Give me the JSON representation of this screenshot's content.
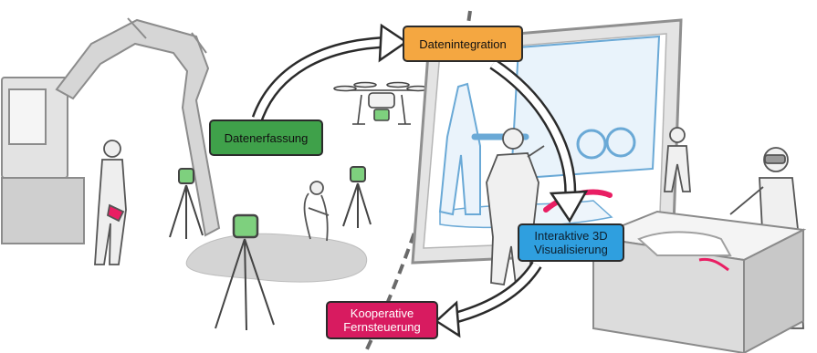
{
  "colors": {
    "datenerfassung": "#3fa14a",
    "datenintegration": "#f4a741",
    "visualisierung": "#2f9fdf",
    "fernsteuerung": "#d81b60",
    "outline": "#2b2b2b",
    "ground": "#dcdcdc",
    "sensor_green": "#7ed07e"
  },
  "stages": {
    "datenerfassung": {
      "label": "Datenerfassung"
    },
    "datenintegration": {
      "label": "Datenintegration"
    },
    "visualisierung": {
      "label": "Interaktive 3D\nVisualisierung"
    },
    "fernsteuerung": {
      "label": "Kooperative\nFernsteuerung"
    }
  },
  "icons": [
    "excavator-icon",
    "drone-icon",
    "survey-tripod-icon",
    "worker-icon",
    "vr-headset-icon",
    "display-screen-icon",
    "sand-table-icon"
  ]
}
